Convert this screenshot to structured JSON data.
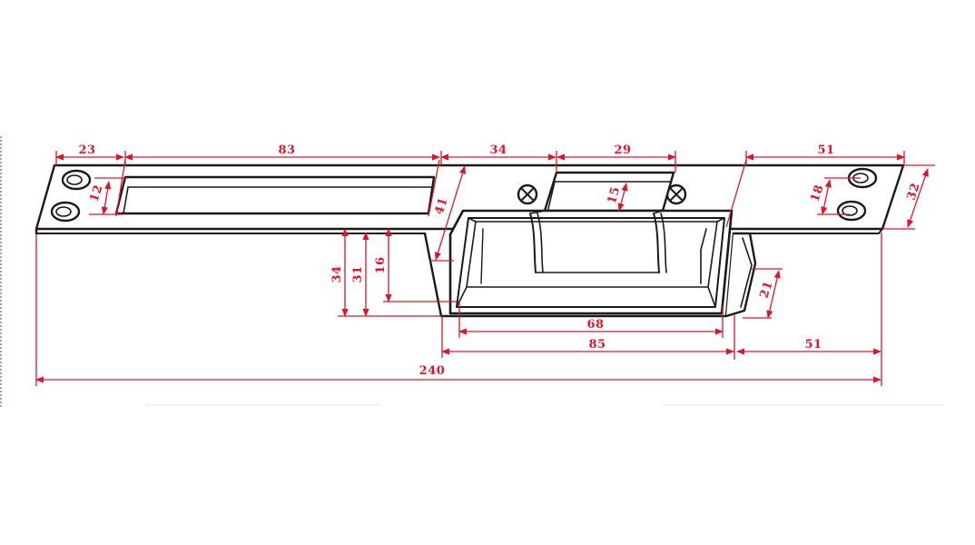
{
  "drawing": {
    "line_color": "#1a1a1a",
    "dim_color": "#e0142a",
    "dimensions": {
      "top_23": "23",
      "top_83": "83",
      "top_34": "34",
      "top_29": "29",
      "top_51": "51",
      "left_12": "12",
      "right_18": "18",
      "right_32": "32",
      "depth_41": "41",
      "depth_15": "15",
      "left_34": "34",
      "left_31": "31",
      "left_16": "16",
      "side_21": "21",
      "bottom_68": "68",
      "bottom_85": "85",
      "bottom_51": "51",
      "bottom_240": "240"
    }
  }
}
